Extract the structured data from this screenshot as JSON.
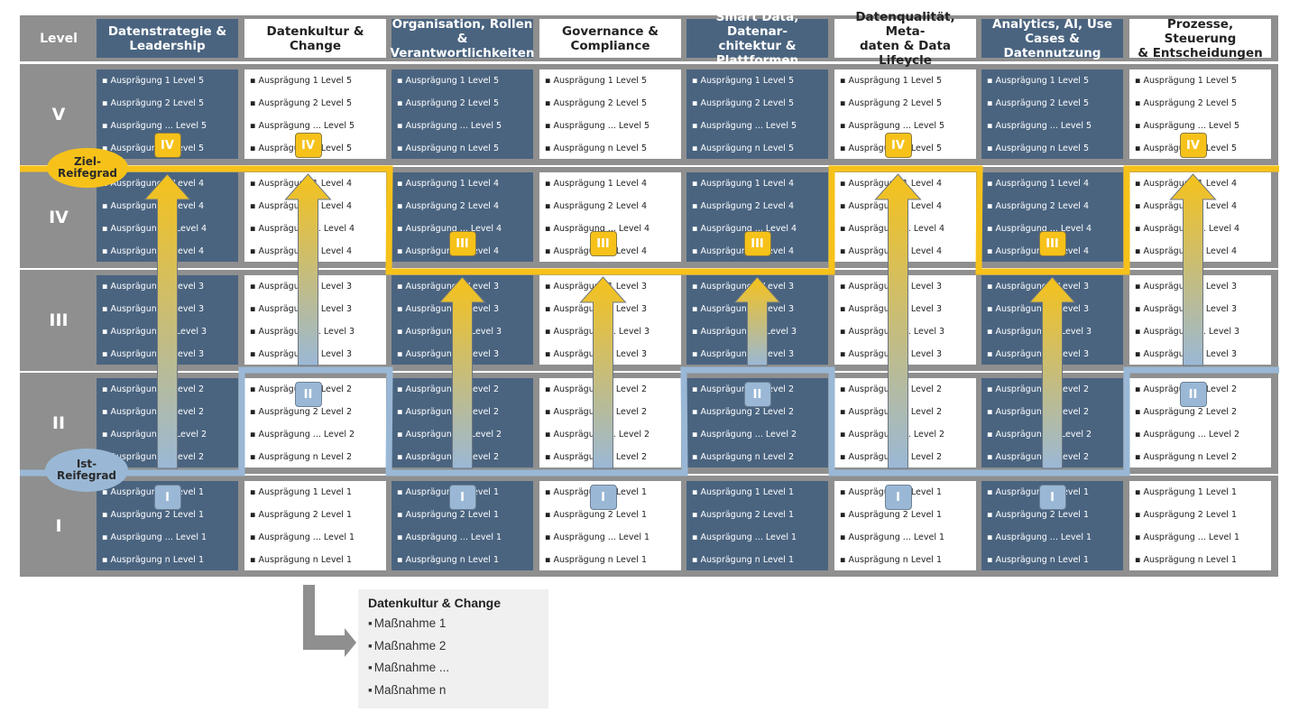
{
  "level_header": "Level",
  "columns": [
    {
      "title": "Datenstrategie &\nLeadership",
      "style": "dark"
    },
    {
      "title": "Datenkultur &\nChange",
      "style": "light"
    },
    {
      "title": "Organisation, Rollen &\nVerantwortlichkeiten",
      "style": "dark"
    },
    {
      "title": "Governance &\nCompliance",
      "style": "light"
    },
    {
      "title": "Smart Data, Datenar-\nchitektur & Plattformen",
      "style": "dark"
    },
    {
      "title": "Datenqualität, Meta-\ndaten & Data Lifeycle",
      "style": "light"
    },
    {
      "title": "Analytics, AI, Use\nCases & Datennutzung",
      "style": "dark"
    },
    {
      "title": "Prozesse, Steuerung\n& Entscheidungen",
      "style": "light"
    }
  ],
  "levels": [
    {
      "label": "V",
      "items": [
        "Ausprägung 1 Level 5",
        "Ausprägung 2 Level 5",
        "Ausprägung ... Level 5",
        "Ausprägung n Level 5"
      ]
    },
    {
      "label": "IV",
      "items": [
        "Ausprägung 1 Level 4",
        "Ausprägung 2 Level 4",
        "Ausprägung ... Level 4",
        "Ausprägung n Level 4"
      ]
    },
    {
      "label": "III",
      "items": [
        "Ausprägung 1 Level 3",
        "Ausprägung 2 Level 3",
        "Ausprägung ... Level 3",
        "Ausprägung n Level 3"
      ]
    },
    {
      "label": "II",
      "items": [
        "Ausprägung 1 Level 2",
        "Ausprägung 2 Level 2",
        "Ausprägung ... Level 2",
        "Ausprägung n Level 2"
      ]
    },
    {
      "label": "I",
      "items": [
        "Ausprägung 1 Level 1",
        "Ausprägung 2 Level 1",
        "Ausprägung ... Level 1",
        "Ausprägung n Level 1"
      ]
    }
  ],
  "target_levels": [
    "IV",
    "IV",
    "III",
    "III",
    "III",
    "IV",
    "III",
    "IV"
  ],
  "current_levels": [
    "I",
    "II",
    "I",
    "I",
    "II",
    "I",
    "I",
    "II"
  ],
  "target_label": "Ziel-\nReifegrad",
  "current_label": "Ist-\nReifegrad",
  "colors": {
    "dark_cell": "#4a6480",
    "band": "#8f8f8f",
    "target": "#f6c21a",
    "current": "#9ab8d6"
  },
  "callout": {
    "title": "Datenkultur & Change",
    "items": [
      "Maßnahme 1",
      "Maßnahme 2",
      "Maßnahme ...",
      "Maßnahme n"
    ]
  }
}
